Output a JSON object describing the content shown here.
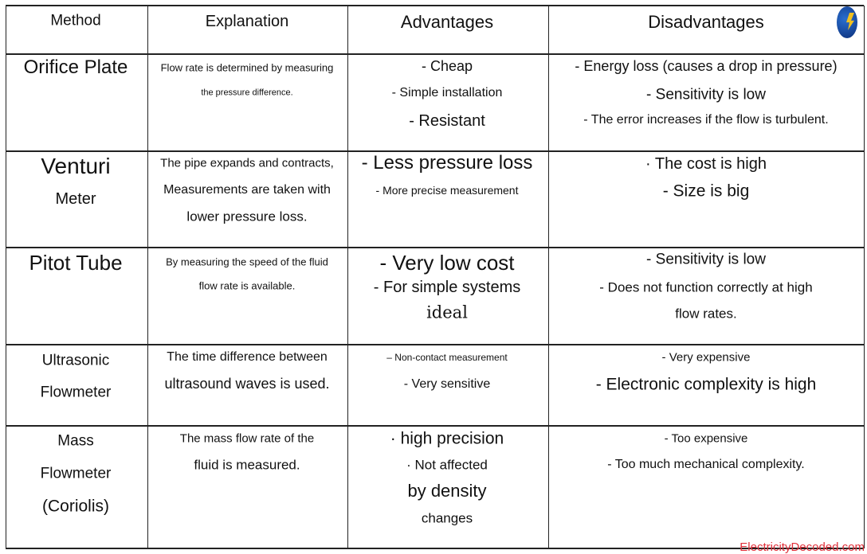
{
  "header": [
    "Method",
    "Explanation",
    "Advantages",
    "Disadvantages"
  ],
  "rows": [
    {
      "method": [
        "Orifice Plate"
      ],
      "explanation": [
        "Flow rate is determined by measuring",
        "the pressure difference."
      ],
      "advantages": [
        "- Cheap",
        "- Simple installation",
        "-  Resistant"
      ],
      "disadvantages": [
        "- Energy loss (causes a drop in pressure)",
        "- Sensitivity is low",
        "- The error increases if the flow is turbulent."
      ]
    },
    {
      "method": [
        "Venturi",
        "Meter"
      ],
      "explanation": [
        "The pipe expands and contracts,",
        "Measurements are taken with",
        "lower pressure loss."
      ],
      "advantages": [
        "- Less pressure loss",
        "- More precise measurement"
      ],
      "disadvantages": [
        "· The cost is high",
        "- Size is big"
      ]
    },
    {
      "method": [
        "Pitot Tube"
      ],
      "explanation": [
        "By measuring the speed of the fluid",
        "flow rate is available."
      ],
      "advantages": [
        "- Very low cost",
        "- For simple systems",
        "ideal"
      ],
      "disadvantages": [
        "-  Sensitivity is low",
        "- Does not function correctly at high",
        "flow rates."
      ]
    },
    {
      "method": [
        "Ultrasonic",
        "Flowmeter"
      ],
      "explanation": [
        "The time difference between",
        "ultrasound waves is used."
      ],
      "advantages": [
        "–  Non-contact measurement",
        "- Very sensitive"
      ],
      "disadvantages": [
        "- Very expensive",
        "- Electronic complexity is high"
      ]
    },
    {
      "method": [
        "Mass",
        "Flowmeter",
        "(Coriolis)"
      ],
      "explanation": [
        "The mass flow rate of the",
        "fluid is measured."
      ],
      "advantages": [
        "· high precision",
        "· Not affected",
        "by density",
        "changes"
      ],
      "disadvantages": [
        "-  Too expensive",
        "- Too much mechanical complexity."
      ]
    }
  ],
  "logo": "ED",
  "watermark": "ElectricityDecoded.com",
  "colors": {
    "watermark": "#e0303a",
    "logo": "#1a4fa8",
    "lines": "#222222"
  }
}
